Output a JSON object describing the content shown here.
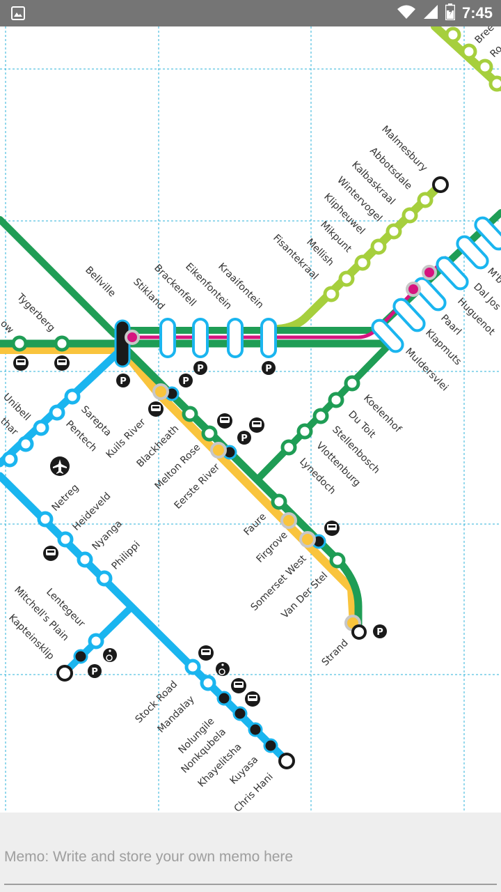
{
  "status_bar": {
    "time": "7:45",
    "icons": [
      "image-icon",
      "wifi-icon",
      "signal-icon",
      "battery-icon"
    ]
  },
  "map": {
    "colors": {
      "green_line": "#1f9d55",
      "blue_line": "#1ab5ef",
      "lime_line": "#a6cf3d",
      "magenta_line": "#d6147f",
      "yellow_line": "#f9c43d",
      "grid": "#2ab0d8"
    },
    "stations": {
      "breede": "Bree",
      "ro": "Ro",
      "malmesbury": "Malmesbury",
      "abbotsdale": "Abbotsdale",
      "kalbaskraal": "Kalbaskraal",
      "wintervogel": "Wintervogel",
      "klipheuwel": "Klipheuwel",
      "mikpunt": "Mikpunt",
      "mellish": "Mellish",
      "fisantekraal": "Fisantekraal",
      "kraaifontein": "Kraaifontein",
      "eikenfontein": "Eikenfontein",
      "brackenfell": "Brackenfell",
      "stikland": "Stikland",
      "bellville": "Bellville",
      "tygerberg": "Tygerberg",
      "ow": "ow",
      "mb": "M'b",
      "dal_josafat": "Dal Jos",
      "huguenot": "Huguenot",
      "paarl": "Paarl",
      "klapmuts": "Klapmuts",
      "muldersvlei": "Muldersvlei",
      "koelenhof": "Koelenhof",
      "du_toit": "Du Toit",
      "stellenbosch": "Stellenbosch",
      "vlottenburg": "Vlottenburg",
      "lynedoch": "Lynedoch",
      "unibell": "Unibell",
      "thar": "thar",
      "sarepta": "Sarepta",
      "pentech": "Pentech",
      "kuils_river": "Kuils River",
      "blackheath": "Blackheath",
      "melton_rose": "Melton Rose",
      "eerste_river": "Eerste River",
      "faure": "Faure",
      "firgrove": "Firgrove",
      "somerset_west": "Somerset West",
      "van_der_stel": "Van Der Stel",
      "strand": "Strand",
      "netreg": "Netreg",
      "heideveld": "Heideveld",
      "nyanga": "Nyanga",
      "philippi": "Philippi",
      "lentegeur": "Lentegeur",
      "mitchells_plain": "Mitchell's Plain",
      "kapteinsklip": "Kapteinsklip",
      "stock_road": "Stock Road",
      "mandalay": "Mandalay",
      "nolungile": "Nolungile",
      "nonkqubela": "Nonkqubela",
      "khayelitsha": "Khayelitsha",
      "kuyasa": "Kuyasa",
      "chris_hani": "Chris Hani"
    },
    "parking_label": "P"
  },
  "memo": {
    "placeholder": "Memo: Write and store your own memo here",
    "value": ""
  }
}
